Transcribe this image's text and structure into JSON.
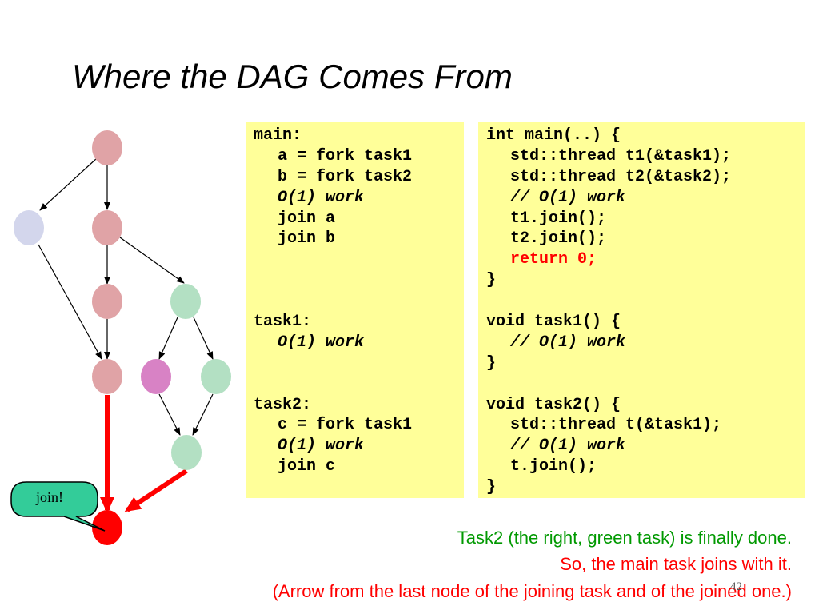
{
  "title": "Where the DAG Comes From",
  "colors": {
    "main_node": "#e0a3a6",
    "task1_node": "#d3d6ec",
    "green_node": "#b3e0c3",
    "purple_node": "#d882c5",
    "join_node": "#ff0000",
    "callout_fill": "#33cc99",
    "code_bg": "#ffff99"
  },
  "callout": {
    "text": "join!"
  },
  "pseudo_code": [
    {
      "text": "main:",
      "indent": false,
      "style": "normal"
    },
    {
      "text": "a = fork task1",
      "indent": true,
      "style": "normal"
    },
    {
      "text": "b = fork task2",
      "indent": true,
      "style": "normal"
    },
    {
      "text": "O(1) work",
      "indent": true,
      "style": "italic"
    },
    {
      "text": "join a",
      "indent": true,
      "style": "normal"
    },
    {
      "text": "join b",
      "indent": true,
      "style": "normal"
    },
    {
      "text": "",
      "indent": false,
      "style": "normal"
    },
    {
      "text": "",
      "indent": false,
      "style": "normal"
    },
    {
      "text": "",
      "indent": false,
      "style": "normal"
    },
    {
      "text": "task1:",
      "indent": false,
      "style": "normal"
    },
    {
      "text": "O(1) work",
      "indent": true,
      "style": "italic"
    },
    {
      "text": "",
      "indent": false,
      "style": "normal"
    },
    {
      "text": "",
      "indent": false,
      "style": "normal"
    },
    {
      "text": "task2:",
      "indent": false,
      "style": "normal"
    },
    {
      "text": "c = fork task1",
      "indent": true,
      "style": "normal"
    },
    {
      "text": "O(1) work",
      "indent": true,
      "style": "italic"
    },
    {
      "text": "join c",
      "indent": true,
      "style": "normal"
    }
  ],
  "cpp_code": [
    {
      "text": "int main(..) {",
      "indent": false,
      "style": "normal"
    },
    {
      "text": "std::thread t1(&task1);",
      "indent": true,
      "style": "normal"
    },
    {
      "text": "std::thread t2(&task2);",
      "indent": true,
      "style": "normal"
    },
    {
      "text": "// O(1) work",
      "indent": true,
      "style": "italic"
    },
    {
      "text": "t1.join();",
      "indent": true,
      "style": "normal"
    },
    {
      "text": "t2.join();",
      "indent": true,
      "style": "normal"
    },
    {
      "text": "return 0;",
      "indent": true,
      "style": "red"
    },
    {
      "text": "}",
      "indent": false,
      "style": "normal"
    },
    {
      "text": "",
      "indent": false,
      "style": "normal"
    },
    {
      "text": "void task1() {",
      "indent": false,
      "style": "normal"
    },
    {
      "text": "// O(1) work",
      "indent": true,
      "style": "italic"
    },
    {
      "text": "}",
      "indent": false,
      "style": "normal"
    },
    {
      "text": "",
      "indent": false,
      "style": "normal"
    },
    {
      "text": "void task2() {",
      "indent": false,
      "style": "normal"
    },
    {
      "text": "std::thread t(&task1);",
      "indent": true,
      "style": "normal"
    },
    {
      "text": "// O(1) work",
      "indent": true,
      "style": "italic"
    },
    {
      "text": "t.join();",
      "indent": true,
      "style": "normal"
    },
    {
      "text": "}",
      "indent": false,
      "style": "normal"
    }
  ],
  "captions": {
    "line1": "Task2 (the right, green task) is finally done.",
    "line2": "So, the main task joins with it.",
    "line3": "(Arrow from the last node of the joining task and of the joined one.)"
  },
  "slide_number": "42"
}
